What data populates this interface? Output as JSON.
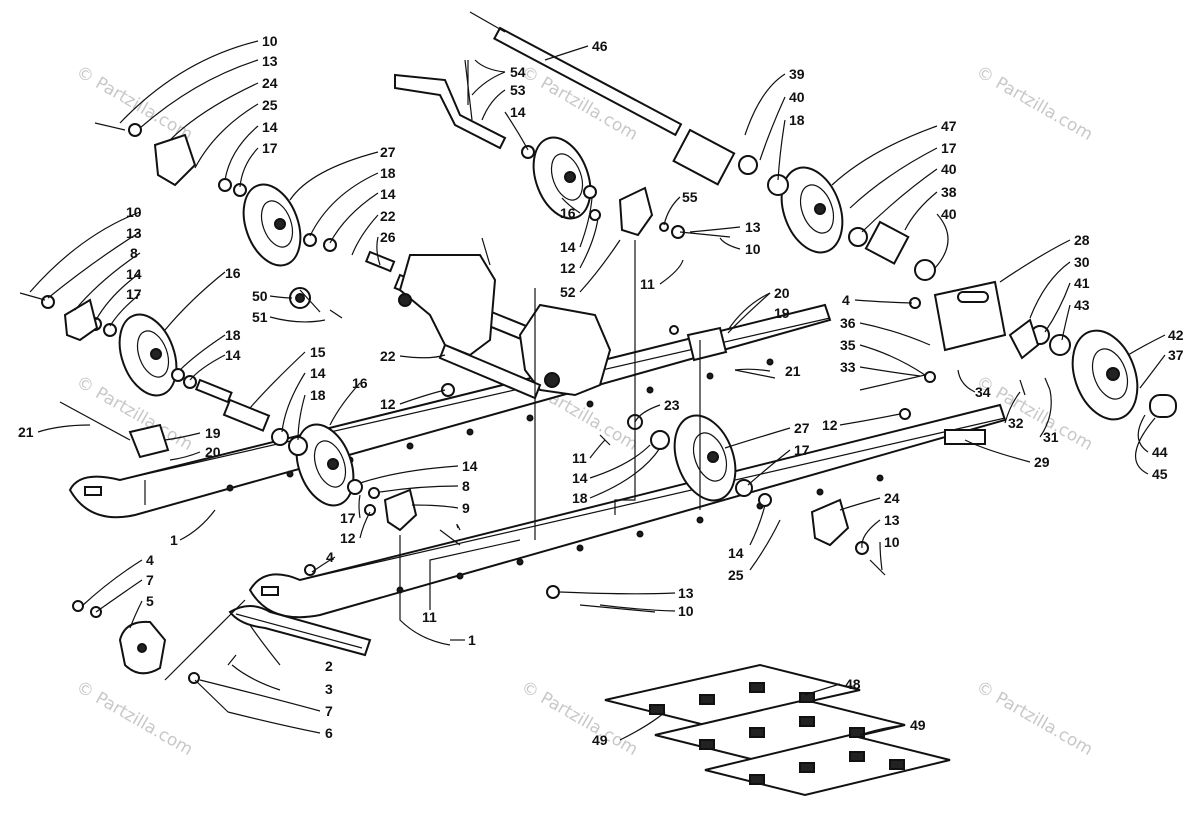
{
  "watermark": "© Partzilla.com",
  "labels": {
    "l10a": "10",
    "l13a": "13",
    "l24a": "24",
    "l25a": "25",
    "l14a": "14",
    "l17a": "17",
    "l27a": "27",
    "l18a": "18",
    "l14b": "14",
    "l22a": "22",
    "l26": "26",
    "l10b": "10",
    "l13b": "13",
    "l8a": "8",
    "l14c": "14",
    "l17b": "17",
    "l16a": "16",
    "l50": "50",
    "l51": "51",
    "l18b": "18",
    "l14d": "14",
    "l15": "15",
    "l14e": "14",
    "l18c": "18",
    "l16b": "16",
    "l21a": "21",
    "l19a": "19",
    "l20a": "20",
    "l22b": "22",
    "l12a": "12",
    "l54": "54",
    "l53": "53",
    "l14f": "14",
    "l16c": "16",
    "l14g": "14",
    "l12b": "12",
    "l52": "52",
    "l55": "55",
    "l13c": "13",
    "l10c": "10",
    "l11a": "11",
    "l46": "46",
    "l39": "39",
    "l40a": "40",
    "l18d": "18",
    "l47": "47",
    "l17c": "17",
    "l40b": "40",
    "l38": "38",
    "l40c": "40",
    "l28": "28",
    "l30": "30",
    "l41": "41",
    "l43": "43",
    "l42": "42",
    "l37": "37",
    "l4a": "4",
    "l36": "36",
    "l35": "35",
    "l33": "33",
    "l34": "34",
    "l32": "32",
    "l31": "31",
    "l29": "29",
    "l44": "44",
    "l45": "45",
    "l12c": "12",
    "l20b": "20",
    "l19b": "19",
    "l21b": "21",
    "l23": "23",
    "l11b": "11",
    "l14h": "14",
    "l18e": "18",
    "l27b": "27",
    "l17d": "17",
    "l14i": "14",
    "l8b": "8",
    "l9": "9",
    "l17e": "17",
    "l12d": "12",
    "l24b": "24",
    "l13d": "13",
    "l10d": "10",
    "l14j": "14",
    "l25b": "25",
    "l1a": "1",
    "l4b": "4",
    "l4c": "4",
    "l7a": "7",
    "l5": "5",
    "l13e": "13",
    "l10e": "10",
    "l11c": "11",
    "l1b": "1",
    "l2": "2",
    "l3": "3",
    "l7b": "7",
    "l6": "6",
    "l48": "48",
    "l49a": "49",
    "l49b": "49"
  }
}
